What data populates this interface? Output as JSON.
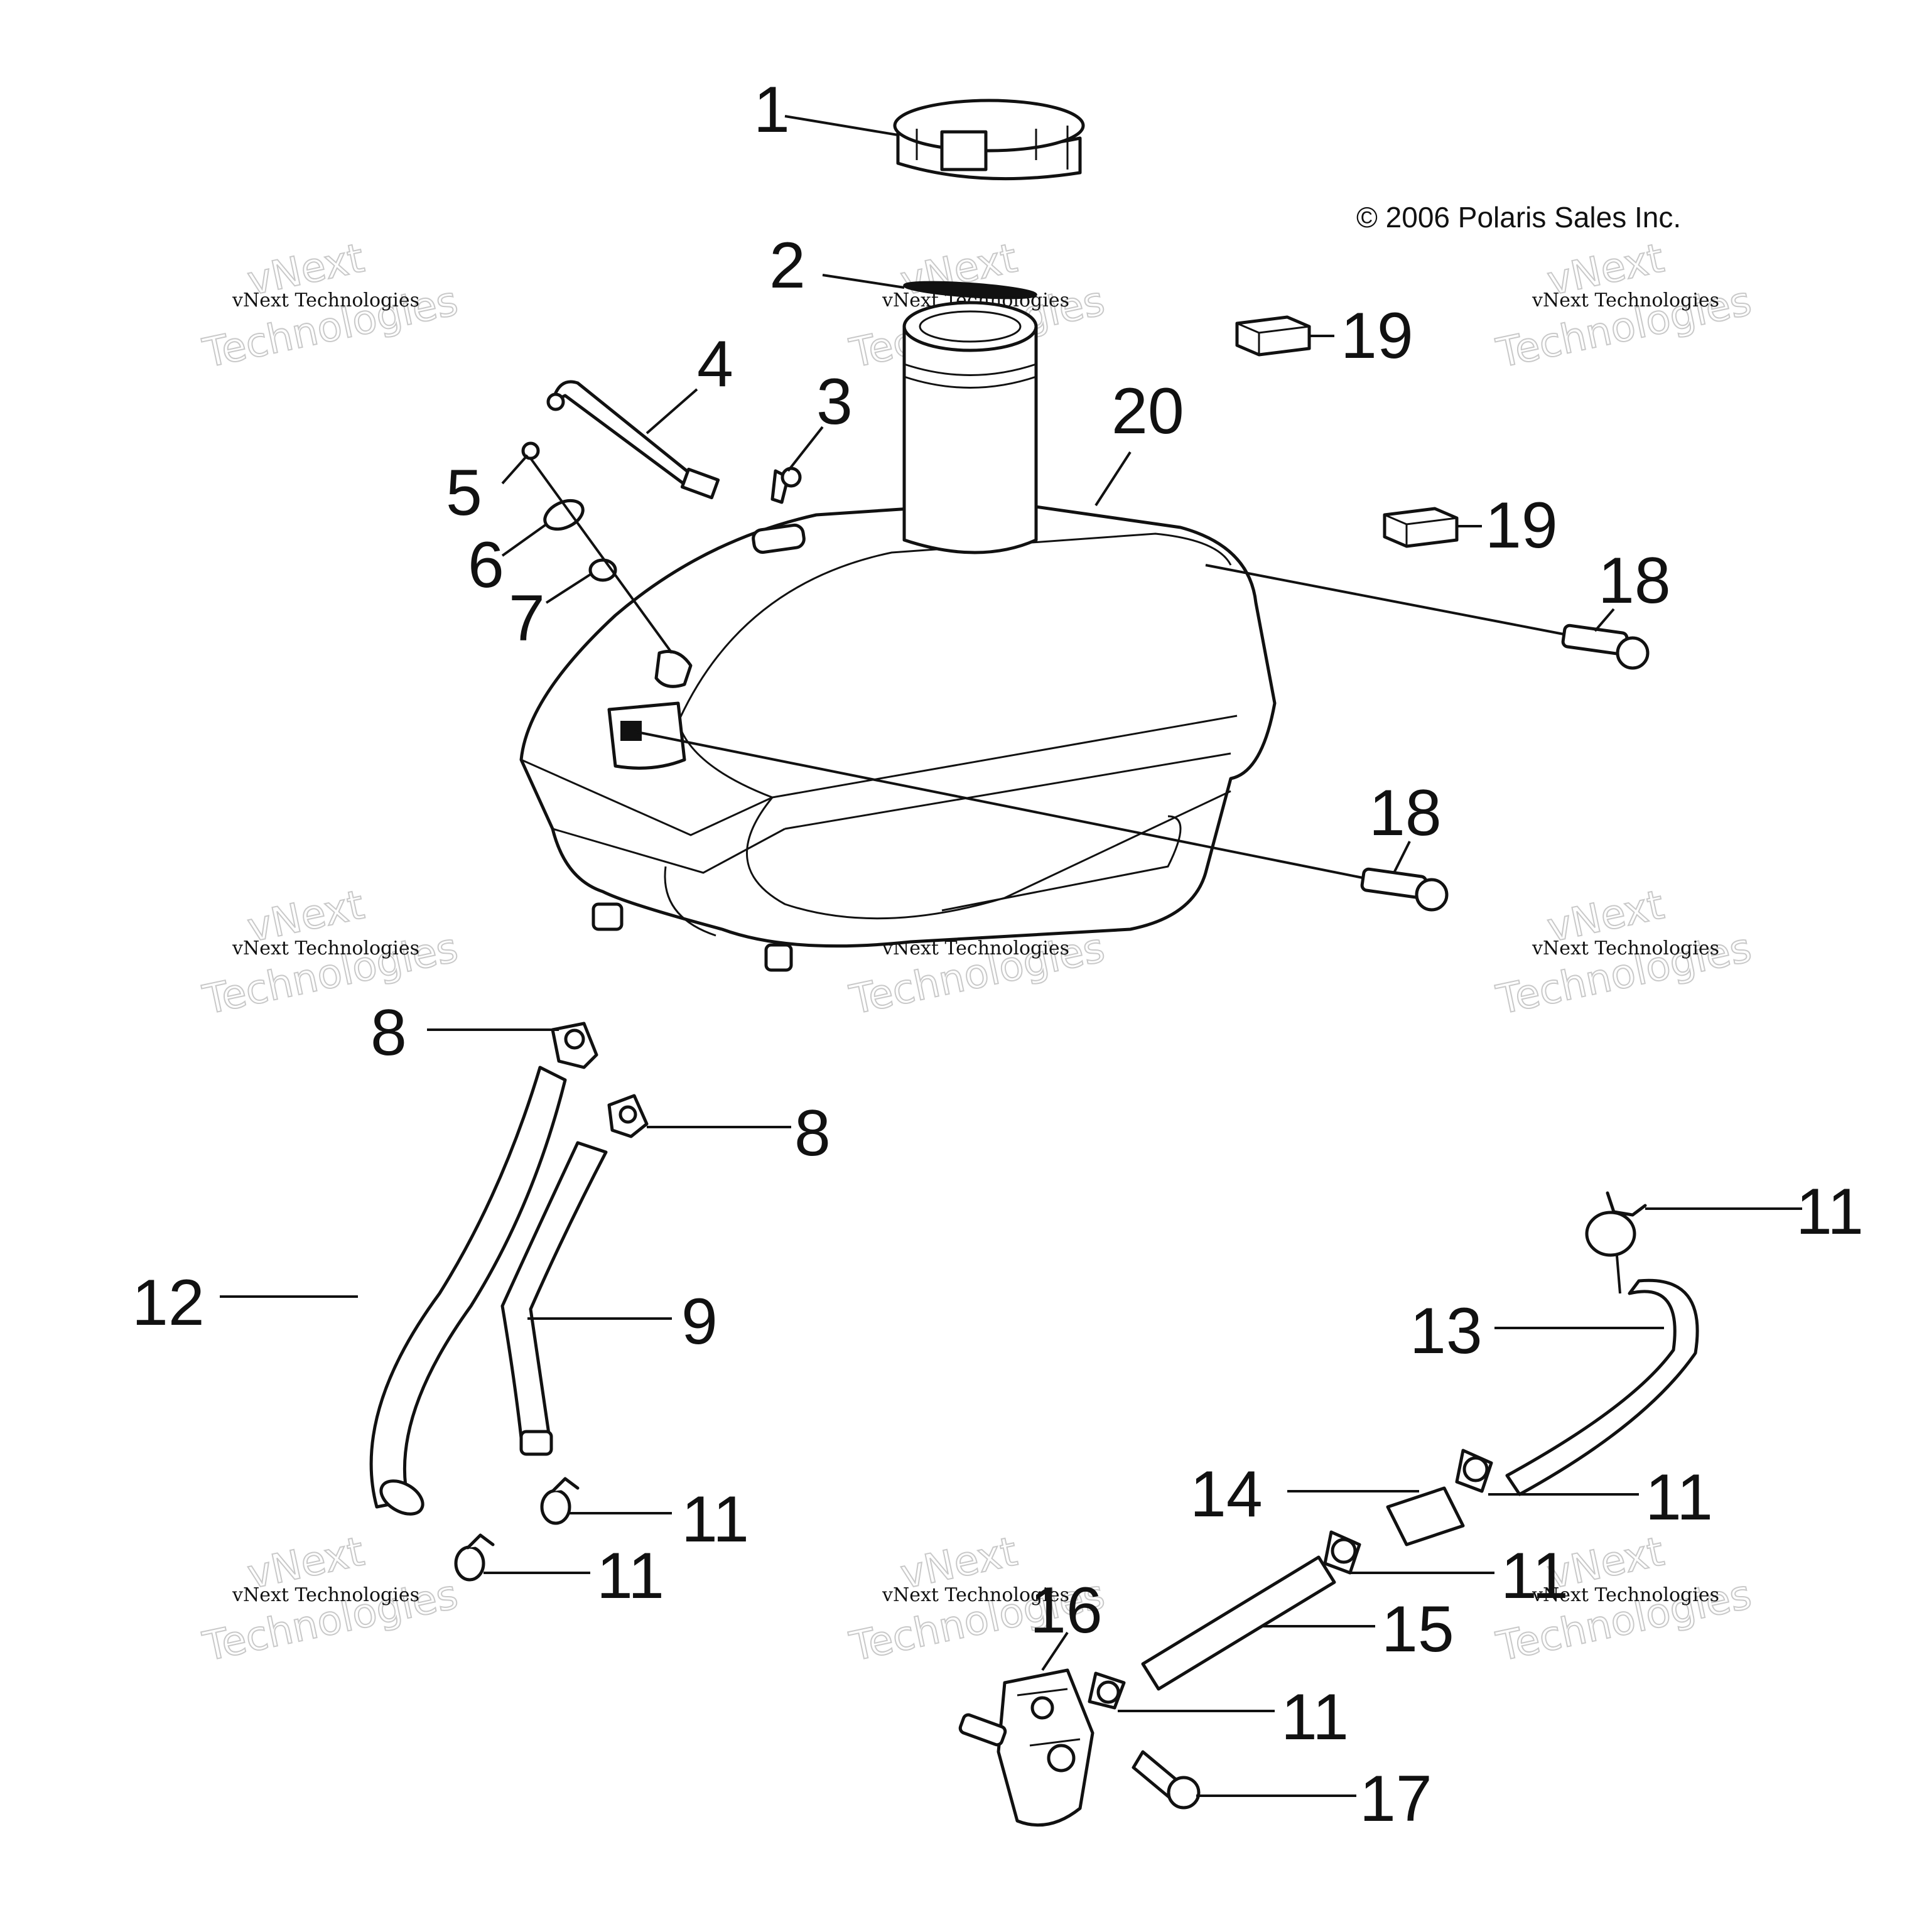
{
  "diagram": {
    "copyright": "© 2006 Polaris Sales Inc.",
    "watermark": {
      "line1": "vNext",
      "line2": "vNext Technologies",
      "line3": "Technologies"
    },
    "callouts": [
      {
        "id": "c1",
        "label": "1"
      },
      {
        "id": "c2",
        "label": "2"
      },
      {
        "id": "c3",
        "label": "3"
      },
      {
        "id": "c4",
        "label": "4"
      },
      {
        "id": "c5",
        "label": "5"
      },
      {
        "id": "c6",
        "label": "6"
      },
      {
        "id": "c7",
        "label": "7"
      },
      {
        "id": "c8a",
        "label": "8"
      },
      {
        "id": "c8b",
        "label": "8"
      },
      {
        "id": "c9",
        "label": "9"
      },
      {
        "id": "c11a",
        "label": "11"
      },
      {
        "id": "c11b",
        "label": "11"
      },
      {
        "id": "c11c",
        "label": "11"
      },
      {
        "id": "c11d",
        "label": "11"
      },
      {
        "id": "c11e",
        "label": "11"
      },
      {
        "id": "c11f",
        "label": "11"
      },
      {
        "id": "c12",
        "label": "12"
      },
      {
        "id": "c13",
        "label": "13"
      },
      {
        "id": "c14",
        "label": "14"
      },
      {
        "id": "c15",
        "label": "15"
      },
      {
        "id": "c16",
        "label": "16"
      },
      {
        "id": "c17",
        "label": "17"
      },
      {
        "id": "c18a",
        "label": "18"
      },
      {
        "id": "c18b",
        "label": "18"
      },
      {
        "id": "c19a",
        "label": "19"
      },
      {
        "id": "c19b",
        "label": "19"
      },
      {
        "id": "c20",
        "label": "20"
      }
    ]
  }
}
